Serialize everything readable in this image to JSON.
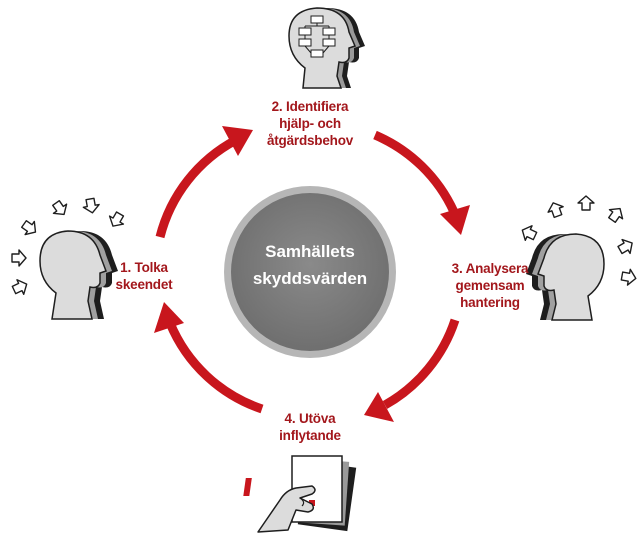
{
  "colors": {
    "accent": "#c8161d",
    "label": "#a3171c",
    "center_fill": "#7d7d7d",
    "center_ring": "#b6b6b6",
    "head_light": "#dcdcdc",
    "head_dark": "#1e1e1e"
  },
  "center": {
    "line1": "Samhällets",
    "line2": "skyddsvärden"
  },
  "steps": [
    {
      "lines": [
        "1. Tolka",
        "skeendet"
      ],
      "icon": "head-receiving-signals-icon"
    },
    {
      "lines": [
        "2. Identifiera",
        "hjälp- och",
        "åtgärdsbehov"
      ],
      "icon": "head-thinking-org-chart-icon"
    },
    {
      "lines": [
        "3. Analysera",
        "gemensam",
        "hantering"
      ],
      "icon": "head-sending-signals-icon"
    },
    {
      "lines": [
        "4. Utöva",
        "inflytande"
      ],
      "icon": "hand-holding-warning-document-icon"
    }
  ]
}
